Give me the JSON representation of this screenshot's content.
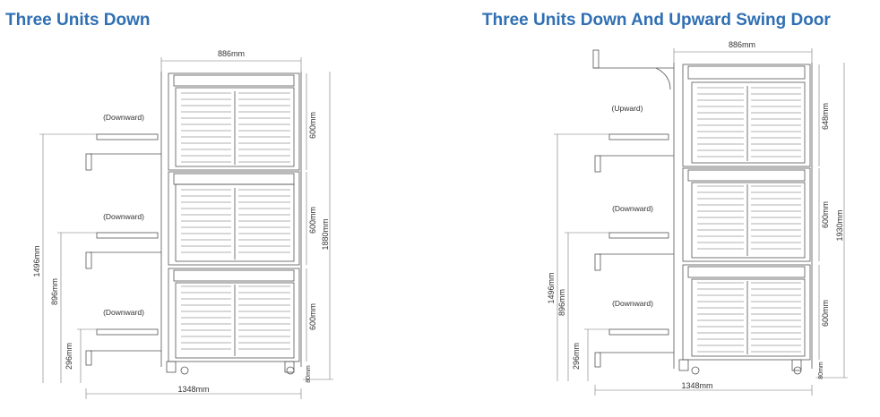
{
  "titles": {
    "left": "Three Units Down",
    "right": "Three Units Down And Upward Swing Door"
  },
  "left_diagram": {
    "width_top": "886mm",
    "unit_height": "600mm",
    "total_height": "1880mm",
    "depth": "1348mm",
    "door_heights": [
      "1496mm",
      "896mm",
      "296mm"
    ],
    "foot_height": "80mm",
    "door_labels": [
      "(Downward)",
      "(Downward)",
      "(Downward)"
    ]
  },
  "right_diagram": {
    "width_top": "886mm",
    "top_unit_height": "648mm",
    "unit_height": "600mm",
    "total_height": "1930mm",
    "depth": "1348mm",
    "door_heights": [
      "1496mm",
      "896mm",
      "296mm"
    ],
    "foot_height": "80mm",
    "door_labels": [
      "(Upward)",
      "(Downward)",
      "(Downward)"
    ]
  },
  "colors": {
    "title": "#2f6fb3",
    "line": "#555555",
    "dim_line": "#777777"
  }
}
